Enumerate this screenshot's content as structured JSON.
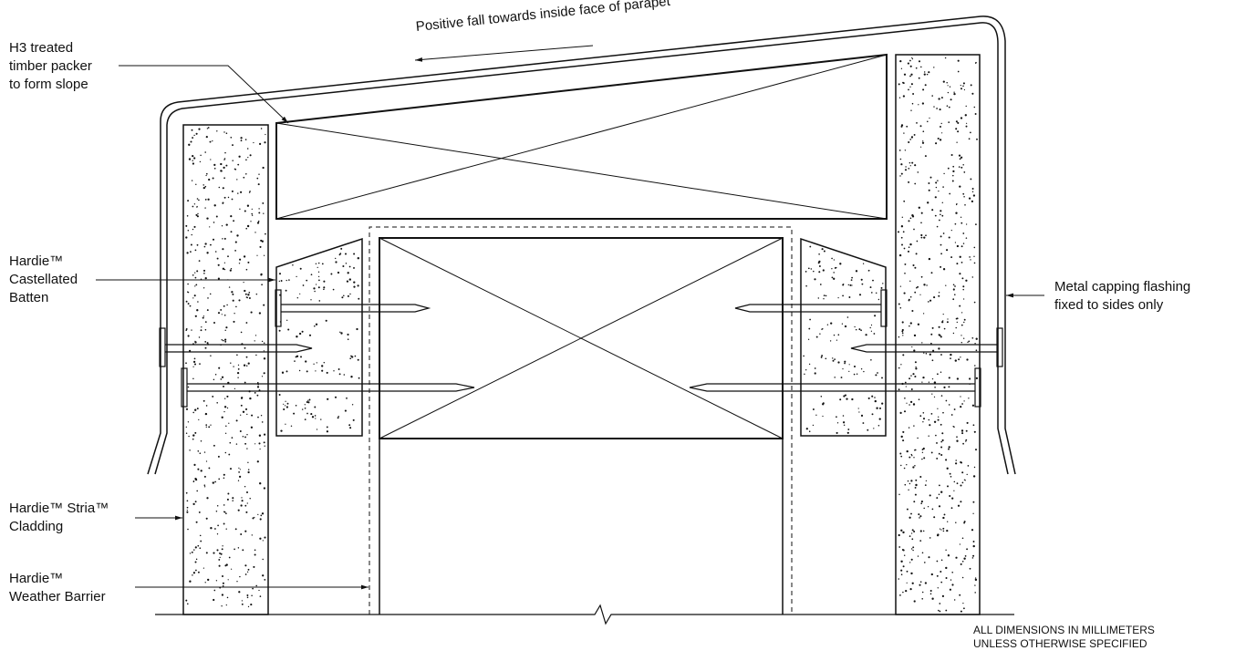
{
  "labels": {
    "slope_note": "Positive fall towards inside face of parapet",
    "packer": [
      "H3 treated",
      "timber packer",
      "to form slope"
    ],
    "batten": [
      "Hardie™",
      "Castellated",
      "Batten"
    ],
    "flashing": [
      "Metal capping flashing",
      "fixed to sides only"
    ],
    "cladding": [
      "Hardie™ Stria™",
      "Cladding"
    ],
    "barrier": [
      "Hardie™",
      "Weather Barrier"
    ]
  },
  "footer_note": [
    "ALL DIMENSIONS IN MILLIMETERS",
    "UNLESS OTHERWISE SPECIFIED"
  ],
  "colors": {
    "ink": "#111111",
    "background": "#ffffff"
  }
}
